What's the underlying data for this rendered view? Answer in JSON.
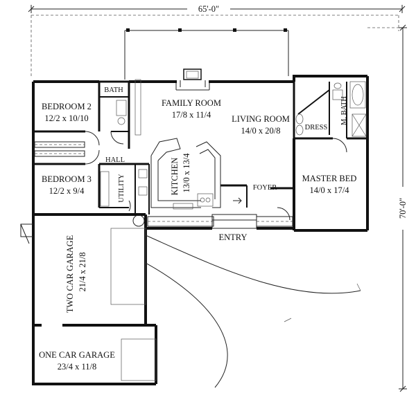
{
  "dimensions": {
    "width": "65'-0\"",
    "depth": "70'-0\""
  },
  "rooms": {
    "bedroom2": {
      "name": "BEDROOM 2",
      "size": "12/2 x 10/10"
    },
    "bath": {
      "name": "BATH"
    },
    "family_room": {
      "name": "FAMILY ROOM",
      "size": "17/8 x 11/4"
    },
    "living_room": {
      "name": "LIVING ROOM",
      "size": "14/0 x 20/8"
    },
    "dress": {
      "name": "DRESS"
    },
    "master_bath": {
      "name": "M. BATH"
    },
    "hall": {
      "name": "HALL"
    },
    "kitchen": {
      "name": "KITCHEN",
      "size": "13/0 x 13/4"
    },
    "bedroom3": {
      "name": "BEDROOM 3",
      "size": "12/2 x 9/4"
    },
    "utility": {
      "name": "UTILITY"
    },
    "foyer": {
      "name": "FOYER"
    },
    "master_bed": {
      "name": "MASTER BED",
      "size": "14/0 x 17/4"
    },
    "entry": {
      "name": "ENTRY"
    },
    "two_car_garage": {
      "name": "TWO CAR GARAGE",
      "size": "21/4 x 21/8"
    },
    "one_car_garage": {
      "name": "ONE CAR GARAGE",
      "size": "23/4 x 11/8"
    }
  }
}
